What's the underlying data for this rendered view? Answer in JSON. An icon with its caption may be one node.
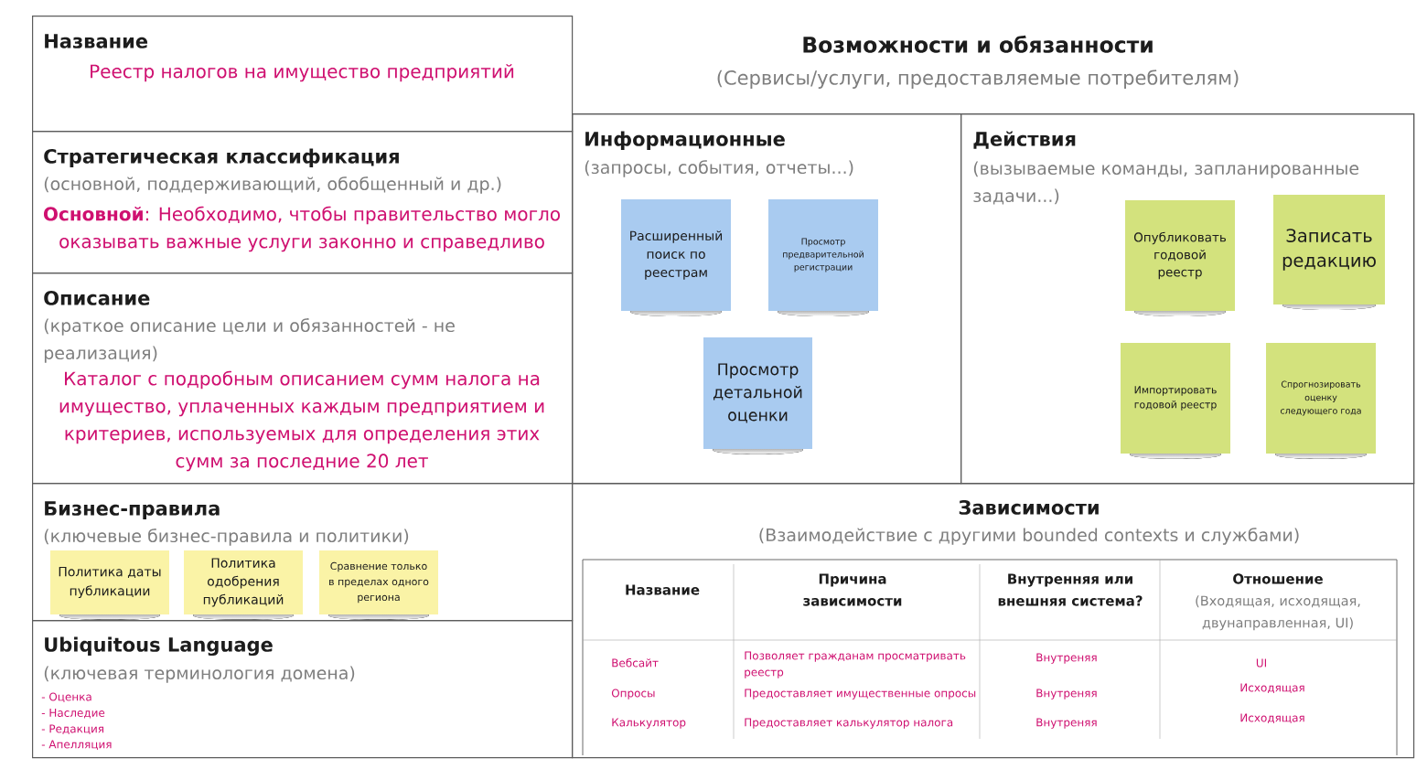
{
  "diagram": {
    "nodes": [
      {
        "text": [
          "Название",
          "Реестр налогов на имущество предприятий"
        ]
      },
      {
        "text": [
          "Стратегическая классификация",
          "(основной, поддерживающий, обобщенный и др.)",
          "**Основной**: Необходимо, чтобы правительство могло оказывать важные услуги законно и справедливо"
        ]
      },
      {
        "text": [
          "Описание",
          "(краткое описание цели и обязанностей - не реализация)",
          "Каталог с подробным описанием сумм налога на имущество, уплаченных каждым предприятием и критериев, используемых для определения этих сумм за последние 20 лет"
        ]
      },
      {
        "text": [
          "Бизнес-правила",
          "(ключевые бизнес-правила и политики)"
        ]
      },
      {
        "text": [
          "Политика даты публикации"
        ],
        "in": 3
      },
      {
        "text": [
          "Политика одобрения публикаций"
        ],
        "in": 3
      },
      {
        "text": [
          "Сравнение только в пределах одного региона"
        ],
        "in": 3
      },
      {
        "text": [
          "Ubiquitous Language",
          "(ключевая терминология домена)",
          "- Оценка",
          "- Наследие",
          "- Редакция",
          "- Апелляция"
        ]
      },
      {
        "text": [
          "Возможности и обязанности",
          "(Сервисы/услуги, предоставляемые потребителям)"
        ]
      },
      {
        "text": [
          "Информационные",
          "(запросы, события, отчеты...)"
        ],
        "in": 8
      },
      {
        "text": [
          "Расширенный поиск по реестрам"
        ],
        "in": 9
      },
      {
        "text": [
          "Просмотр предварительной регистрации"
        ],
        "in": 9
      },
      {
        "text": [
          "Просмотр детальной оценки"
        ],
        "in": 9
      },
      {
        "text": [
          "Действия",
          "(вызываемые команды, запланированные задачи...)"
        ],
        "in": 8
      },
      {
        "text": [
          "Опубликовать годовой реестр"
        ],
        "in": 13
      },
      {
        "text": [
          "Записать редакцию"
        ],
        "in": 13
      },
      {
        "text": [
          "Импортировать годовой реестр"
        ],
        "in": 13
      },
      {
        "text": [
          "Спрогнозировать оценку следующего года"
        ],
        "in": 13
      },
      {
        "text": [
          "Зависимости",
          "(Взаимодействие с другими bounded contexts и службами)"
        ]
      }
    ],
    "labels": [
      "Название",
      "Причина зависимости",
      "Внутренняя или внешняя система?",
      "Отношение",
      "(Входящая, исходящая, двунаправленная, UI)",
      "Вебсайт",
      "Позволяет гражданам просматривать реестр",
      "Внутреняя",
      "UI",
      "Опросы",
      "Предоставляет имущественные опросы",
      "Внутреняя",
      "Исходящая",
      "Калькулятор",
      "Предоставляет калькулятор налога",
      "Внутреняя",
      "Исходящая"
    ]
  }
}
